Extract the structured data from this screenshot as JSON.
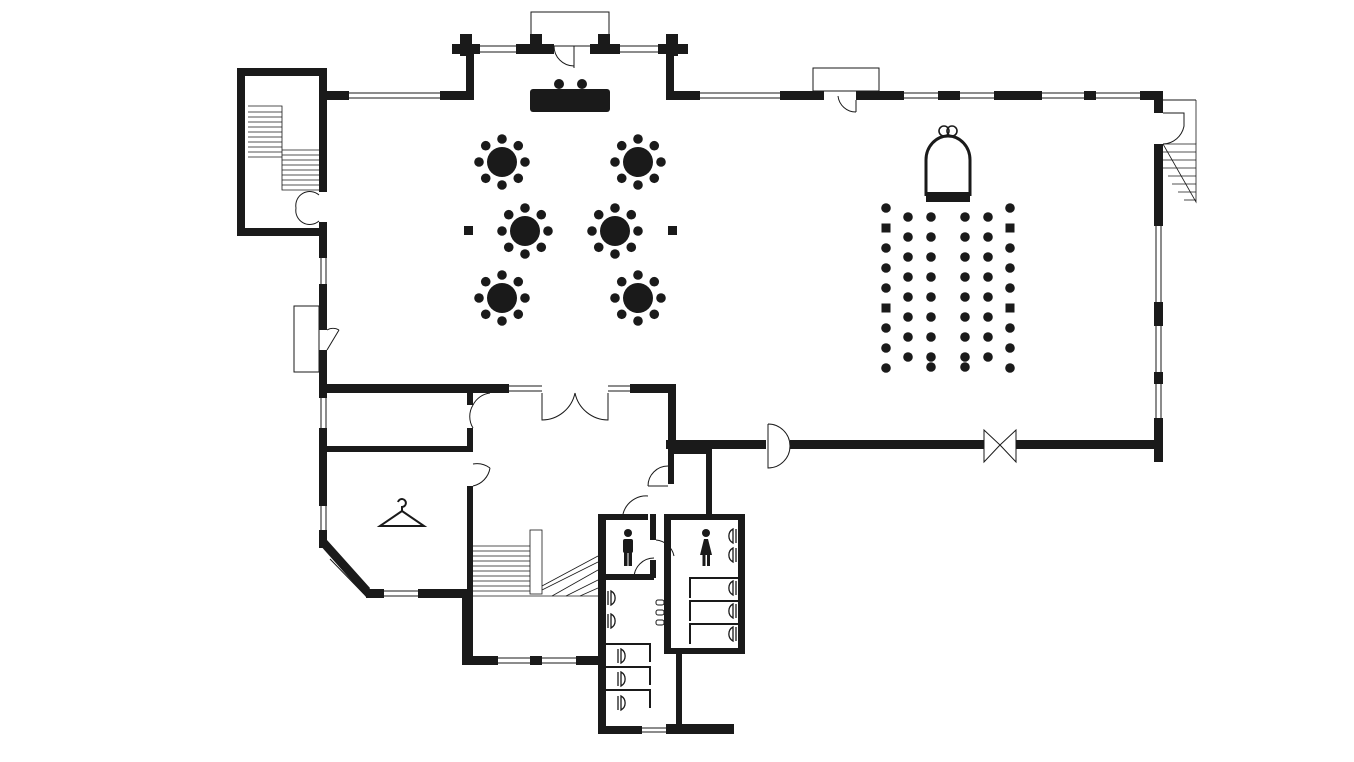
{
  "plan": {
    "colors": {
      "ink": "#1a1a1a",
      "background": "#ffffff"
    },
    "rooms": [
      {
        "id": "banquet-hall",
        "icon": "round-banquet-tables"
      },
      {
        "id": "ceremony-area",
        "icon": "wedding-rings-icon",
        "rows": 9
      },
      {
        "id": "stair-tower",
        "icon": "staircase"
      },
      {
        "id": "cloakroom",
        "icon": "hanger-icon"
      },
      {
        "id": "lobby",
        "icon": "staircase"
      },
      {
        "id": "mens-restroom",
        "icon": "male-icon"
      },
      {
        "id": "womens-restroom",
        "icon": "female-icon"
      }
    ],
    "symbols": [
      "stage-table",
      "wedding-rings-icon",
      "ceremony-arch",
      "hanger-icon",
      "male-icon",
      "female-icon",
      "toilet-icon",
      "sink-icon"
    ]
  }
}
